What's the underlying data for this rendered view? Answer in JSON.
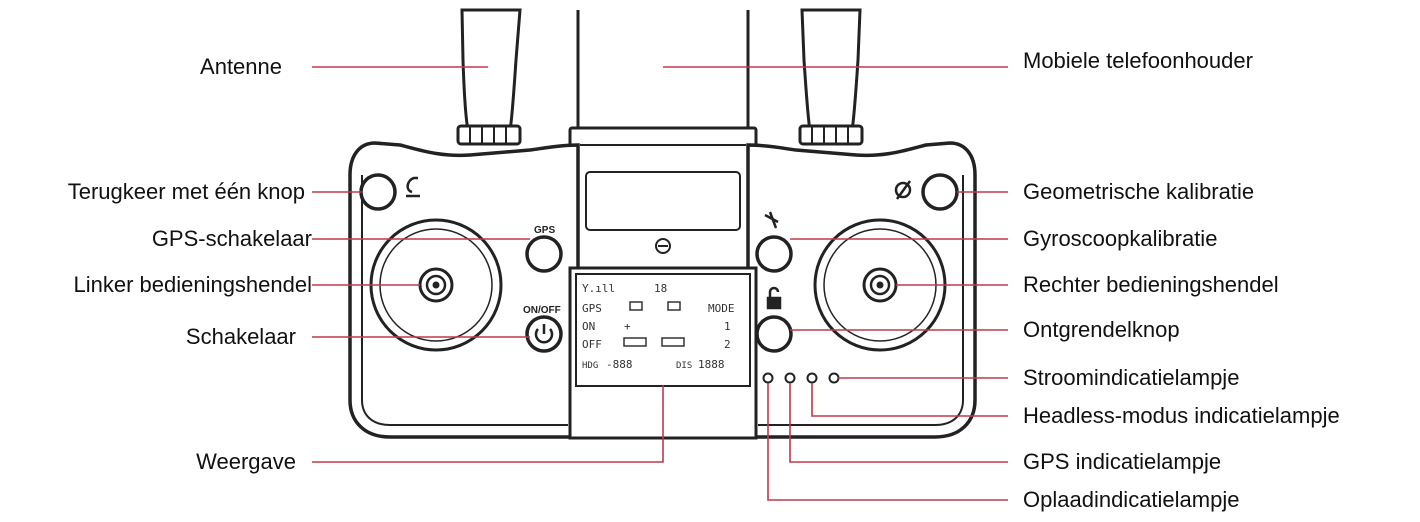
{
  "labels": {
    "antenna": "Antenne",
    "return_home": "Terugkeer met één knop",
    "gps_switch": "GPS-schakelaar",
    "left_stick": "Linker bedieningshendel",
    "power_switch": "Schakelaar",
    "display": "Weergave",
    "phone_holder": "Mobiele telefoonhouder",
    "geo_calibration": "Geometrische kalibratie",
    "gyro_calibration": "Gyroscoopkalibratie",
    "right_stick": "Rechter bedieningshendel",
    "unlock_button": "Ontgrendelknop",
    "power_led": "Stroomindicatielampje",
    "headless_led": "Headless-modus indicatielampje",
    "gps_led": "GPS indicatielampje",
    "charge_led": "Oplaadindicatielampje"
  },
  "buttons": {
    "gps": "GPS",
    "on_off": "ON/OFF"
  },
  "lcd": {
    "row1_signal": "Y.ıll",
    "row1_num": "18",
    "row2_gps": "GPS",
    "row2_mode": "MODE",
    "row3_on": "ON",
    "row3_plus": "+",
    "row3_one": "1",
    "row4_off": "OFF",
    "row4_two": "2",
    "row5_hdg": "HDG",
    "row5_hdg_val": "-888",
    "row5_dis": "DIS",
    "row5_dis_val": "1888"
  },
  "colors": {
    "leader_line": "#c0394b",
    "outline": "#222222",
    "text": "#111111"
  }
}
